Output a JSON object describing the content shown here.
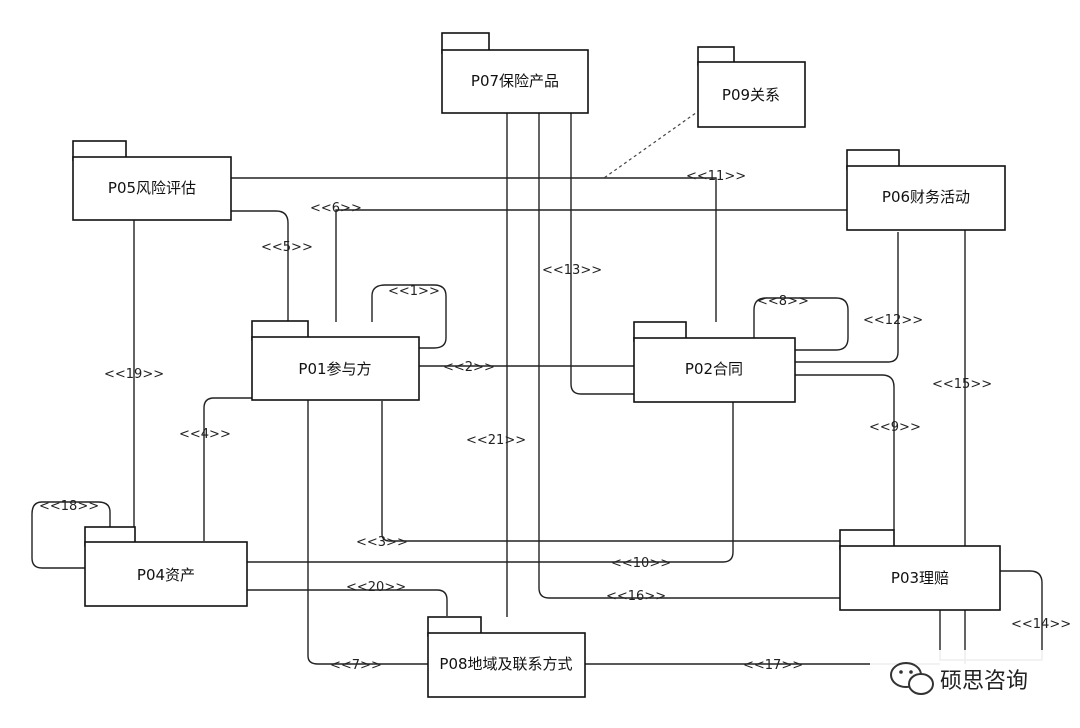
{
  "packages": {
    "p01": "P01参与方",
    "p02": "P02合同",
    "p03": "P03理赔",
    "p04": "P04资产",
    "p05": "P05风险评估",
    "p06": "P06财务活动",
    "p07": "P07保险产品",
    "p08": "P08地域及联系方式",
    "p09": "P09关系"
  },
  "relations": {
    "r1": "<<1>>",
    "r2": "<<2>>",
    "r3": "<<3>>",
    "r4": "<<4>>",
    "r5": "<<5>>",
    "r6": "<<6>>",
    "r7": "<<7>>",
    "r8": "<<8>>",
    "r9": "<<9>>",
    "r10": "<<10>>",
    "r11": "<<11>>",
    "r12": "<<12>>",
    "r13": "<<13>>",
    "r14": "<<14>>",
    "r15": "<<15>>",
    "r16": "<<16>>",
    "r17": "<<17>>",
    "r18": "<<18>>",
    "r19": "<<19>>",
    "r20": "<<20>>",
    "r21": "<<21>>"
  },
  "watermark": {
    "text": "硕思咨询",
    "icon": "wechat-icon"
  }
}
